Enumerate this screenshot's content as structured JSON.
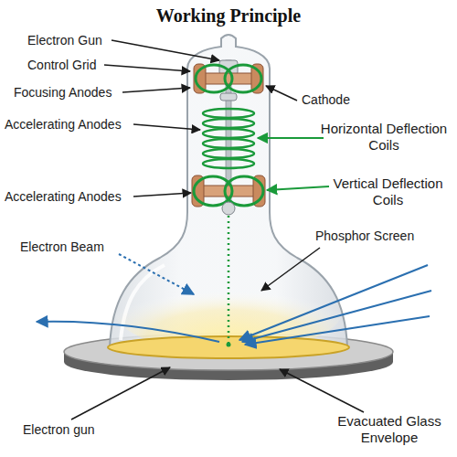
{
  "diagram": {
    "title": "Working Principle",
    "labels": [
      "Electron Gun",
      "Control Grid",
      "Focusing Anodes",
      "Accelerating Anodes",
      "Accelerating Anodes",
      "Cathode",
      "Horizontal Deflection Coils",
      "Vertical Deflection Coils",
      "Phosphor Screen",
      "Electron Beam",
      "Electron gun",
      "Evacuated Glass Envelope"
    ]
  }
}
